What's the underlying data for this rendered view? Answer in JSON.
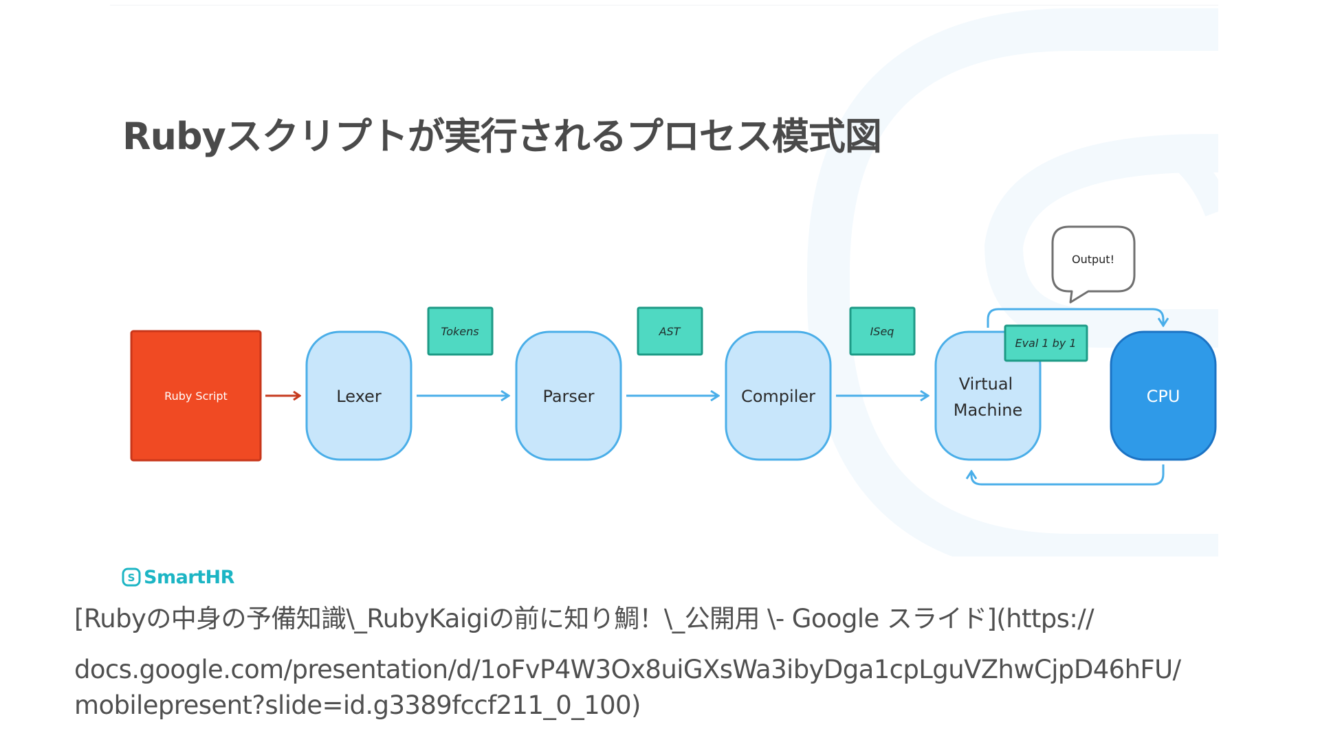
{
  "title": "Rubyスクリプトが実行されるプロセス模式図",
  "nodes": {
    "ruby_script": "Ruby Script",
    "lexer": "Lexer",
    "parser": "Parser",
    "compiler": "Compiler",
    "vm_line1": "Virtual",
    "vm_line2": "Machine",
    "cpu": "CPU"
  },
  "tags": {
    "tokens": "Tokens",
    "ast": "AST",
    "iseq": "ISeq",
    "eval": "Eval 1 by 1"
  },
  "bubble": "Output!",
  "logo": "SmartHR",
  "caption": {
    "line1": "[Rubyの中身の予備知識\\_RubyKaigiの前に知り鯛！\\_公開用 \\- Google スライド](https://",
    "line2": "docs.google.com/presentation/d/1oFvP4W3Ox8uiGXsWa3ibyDga1cpLguVZhwCjpD46hFU/",
    "line3": "mobilepresent?slide=id.g3389fccf211_0_100)"
  },
  "colors": {
    "ruby_script_fill": "#f04a23",
    "node_fill": "#c8e6fb",
    "node_stroke": "#4aaee8",
    "cpu_fill": "#2f9ae8",
    "tag_fill": "#4fd9c2",
    "tag_stroke": "#1d9a86",
    "logo": "#1cb5c4"
  }
}
